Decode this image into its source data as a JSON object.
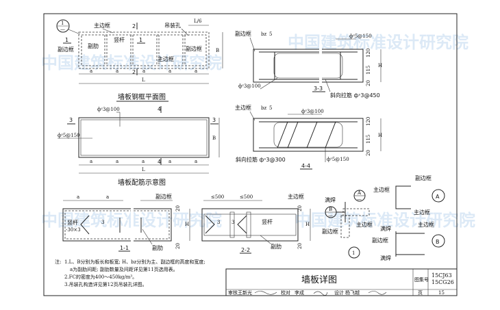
{
  "watermark": "中国建筑标准设计研究院",
  "plan_view": {
    "title": "墙板钢框平面图",
    "main_frame": "主边框",
    "sub_frame": "副边框",
    "rib": "副肋",
    "post": "竖杆",
    "lift_hole": "吊装孔",
    "main_frame_2": "主边框",
    "l6": "L/6",
    "a": "a",
    "L": "L",
    "B": "B",
    "sec1": "1",
    "sec2": "2",
    "callout_top": "1",
    "callout_bottom": "—"
  },
  "rebar_view": {
    "title": "墙板配筋示意图",
    "rebar1": "фˢ3@100",
    "rebar2": "фˢ5@150",
    "sec3": "3",
    "sec4": "4",
    "a": "a",
    "L": "L",
    "B": "B"
  },
  "section_33": {
    "label": "3-3",
    "sub_frame": "副边框",
    "bz": "bz",
    "five": "5",
    "rebar_top": "фˢ5@150",
    "rebar_bottom": "фˢ3@100",
    "tie": "斜向拉筋 фˢ3@450",
    "dims": [
      "20",
      "115",
      "120",
      "H"
    ]
  },
  "section_44": {
    "label": "4-4",
    "main_frame": "主边框",
    "bz": "bz",
    "five": "5",
    "rebar_top": "фˢ3@100",
    "rebar_bottom": "фˢ5@150",
    "tie": "斜向拉筋 фˢ3@300",
    "dims": [
      "20",
      "115",
      "120",
      "H"
    ]
  },
  "section_11": {
    "label": "1-1",
    "post": "竖杆",
    "post_size": "-30×3",
    "weld": "3",
    "rib": "副肋",
    "sub_frame": "副边框",
    "a": "a",
    "dims": [
      "20",
      "20",
      "H"
    ]
  },
  "section_22": {
    "label": "2-2",
    "post": "竖杆",
    "weld": "3",
    "rib": "副肋",
    "main_frame": "主边框",
    "spacing": "≤500",
    "dims": [
      "20",
      "20",
      "H"
    ]
  },
  "detail_1": {
    "label": "1",
    "weld": "满焊",
    "sub_frame": "副边框",
    "main_frame": "主边框",
    "callout_a": "A",
    "callout_b": "B",
    "dash": "—"
  },
  "detail_a": {
    "label": "A",
    "main_frame": "主边框",
    "sub_frame": "副边框"
  },
  "detail_b": {
    "label": "B",
    "weld_top": "满焊",
    "sub_frame": "副边框",
    "main_frame": "主边框",
    "weld_bottom": "满焊"
  },
  "notes": {
    "prefix": "注:",
    "lines": [
      "1.L、B分别为板长和板宽; H、bz分别为主、副边框的高度和宽度;",
      "a为副肋间距; 副肋数量及间距详见第11页选用表。",
      "2.FC的密度为400～450kg/m³。",
      "3.吊装孔构造详见第12页吊装孔详图。"
    ]
  },
  "title_block": {
    "title": "墙板详图",
    "atlas_label": "图集号",
    "atlas_no_1": "15CJ63",
    "atlas_no_2": "15CG26",
    "review_label": "审核",
    "reviewer": "王新光",
    "check_label": "校对",
    "checker": "李成",
    "design_label": "设计",
    "designer": "杨飞越",
    "page_label": "页",
    "page": "15"
  }
}
